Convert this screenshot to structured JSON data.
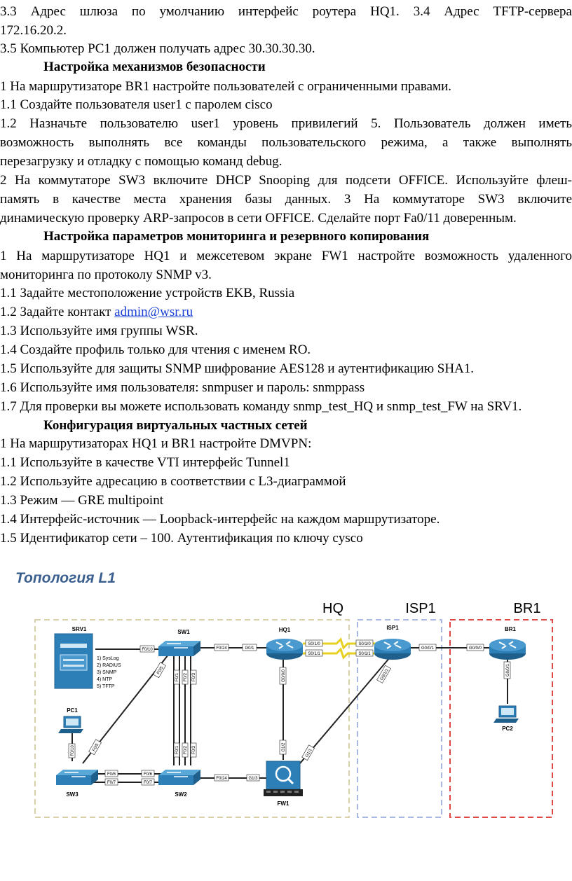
{
  "lines": [
    {
      "t": "3.3 Адрес шлюза по умолчанию интерфейс роутера HQ1. 3.4 Адрес TFTP-сервера",
      "j": true
    },
    {
      "t": "172.16.20.2.",
      "j": false
    },
    {
      "t": "3.5 Компьютер PC1 должен получать адрес 30.30.30.30.",
      "j": false
    },
    {
      "t": "Настройка механизмов безопасности",
      "h": true
    },
    {
      "t": "1 На маршрутизаторе BR1 настройте пользователей с ограниченными правами.",
      "j": false
    },
    {
      "t": "1.1 Создайте пользователя user1 с паролем cisco",
      "j": false
    },
    {
      "t": "1.2 Назначьте пользователю user1 уровень привилегий 5. Пользователь должен иметь",
      "j": true
    },
    {
      "t": "возможность выполнять все команды пользовательского режима, а также выполнять",
      "j": true
    },
    {
      "t": "перезагрузку и отладку с помощью команд debug.",
      "j": false
    },
    {
      "t": "2 На коммутаторе SW3 включите DHCP Snooping для подсети OFFICE. Используйте флеш-",
      "j": true
    },
    {
      "t": "память в качестве места хранения базы данных. 3 На коммутаторе SW3 включите",
      "j": true
    },
    {
      "t": "динамическую проверку ARP-запросов в сети OFFICE. Сделайте порт Fa0/11 доверенным.",
      "j": false
    },
    {
      "t": "Настройка параметров мониторинга и резервного копирования",
      "h": true
    },
    {
      "t": "1 На маршрутизаторе HQ1 и межсетевом экране FW1 настройте возможность удаленного",
      "j": true
    },
    {
      "t": "мониторинга по протоколу SNMP v3.",
      "j": false
    },
    {
      "t": "1.1 Задайте местоположение устройств EKB, Russia",
      "j": false
    },
    {
      "t": "1.2 Задайте контакт ",
      "link": "admin@wsr.ru"
    },
    {
      "t": "1.3 Используйте имя группы WSR.",
      "j": false
    },
    {
      "t": "1.4 Создайте профиль только для чтения с именем RO.",
      "j": false
    },
    {
      "t": "1.5 Используйте для защиты SNMP шифрование AES128 и аутентификацию SHA1.",
      "j": false
    },
    {
      "t": "1.6 Используйте имя пользователя: snmpuser и пароль: snmppass",
      "j": false
    },
    {
      "t": "1.7 Для проверки вы можете использовать команду snmp_test_HQ и snmp_test_FW на SRV1.",
      "j": false
    },
    {
      "t": "Конфигурация виртуальных частных сетей",
      "h": true
    },
    {
      "t": "1 На маршрутизаторах HQ1 и BR1 настройте DMVPN:",
      "j": false
    },
    {
      "t": "1.1 Используйте в качестве VTI интерфейс Tunnel1",
      "j": false
    },
    {
      "t": "1.2 Используйте адресацию в соответствии с L3-диаграммой",
      "j": false
    },
    {
      "t": "1.3 Режим — GRE multipoint",
      "j": false
    },
    {
      "t": "1.4 Интерфейс-источник — Loopback-интерфейс на каждом маршрутизаторе.",
      "j": false
    },
    {
      "t": "1.5 Идентификатор сети – 100. Аутентификация по ключу cysco",
      "j": false
    }
  ],
  "topology": {
    "title": "Топология L1",
    "zones": {
      "hq": "HQ",
      "isp": "ISP1",
      "br": "BR1"
    },
    "devices": {
      "srv1": "SRV1",
      "sw1": "SW1",
      "hq1": "HQ1",
      "isp1": "ISP1",
      "br1": "BR1",
      "pc1": "PC1",
      "pc2": "PC2",
      "sw3": "SW3",
      "sw2": "SW2",
      "fw1": "FW1"
    },
    "services": [
      "1) SysLog",
      "2) RADIUS",
      "3) SNMP",
      "4) NTP",
      "5) TFTP"
    ],
    "ports": {
      "srv_f": "F0/10",
      "sw1_hq": "F0/24",
      "hq_sw1": "G0/1",
      "hq_s1": "S0/1/0",
      "hq_s2": "S0/1/1",
      "isp_s1": "S0/1/0",
      "isp_s2": "S0/1/1",
      "isp_br": "G0/0/1",
      "br_isp": "G0/0/0",
      "br_pc": "G0/0/1",
      "hq_fw": "G0/0/0",
      "fw_hq": "G1/2",
      "isp_fw": "G0/1/1",
      "fw_isp": "G1/1",
      "sw1_sw3": "F0/5",
      "sw3_sw1": "F0/5",
      "sw3_pc": "F0/10",
      "sw1_a": "F0/1",
      "sw1_b": "F0/2",
      "sw1_c": "F0/3",
      "sw2_a": "F0/1",
      "sw2_b": "F0/2",
      "sw2_c": "F0/3",
      "sw3_sw2a": "F0/6",
      "sw3_sw2b": "F0/7",
      "sw2_sw3a": "F0/6",
      "sw2_sw3b": "F0/7",
      "sw2_fw": "F0/24",
      "fw_sw2": "G1/3"
    },
    "colors": {
      "hq_border": "#d8d0a8",
      "isp_border": "#a8b8e0",
      "br_border": "#e04848",
      "device": "#2d7fb8",
      "serial": "#e8d020"
    }
  }
}
